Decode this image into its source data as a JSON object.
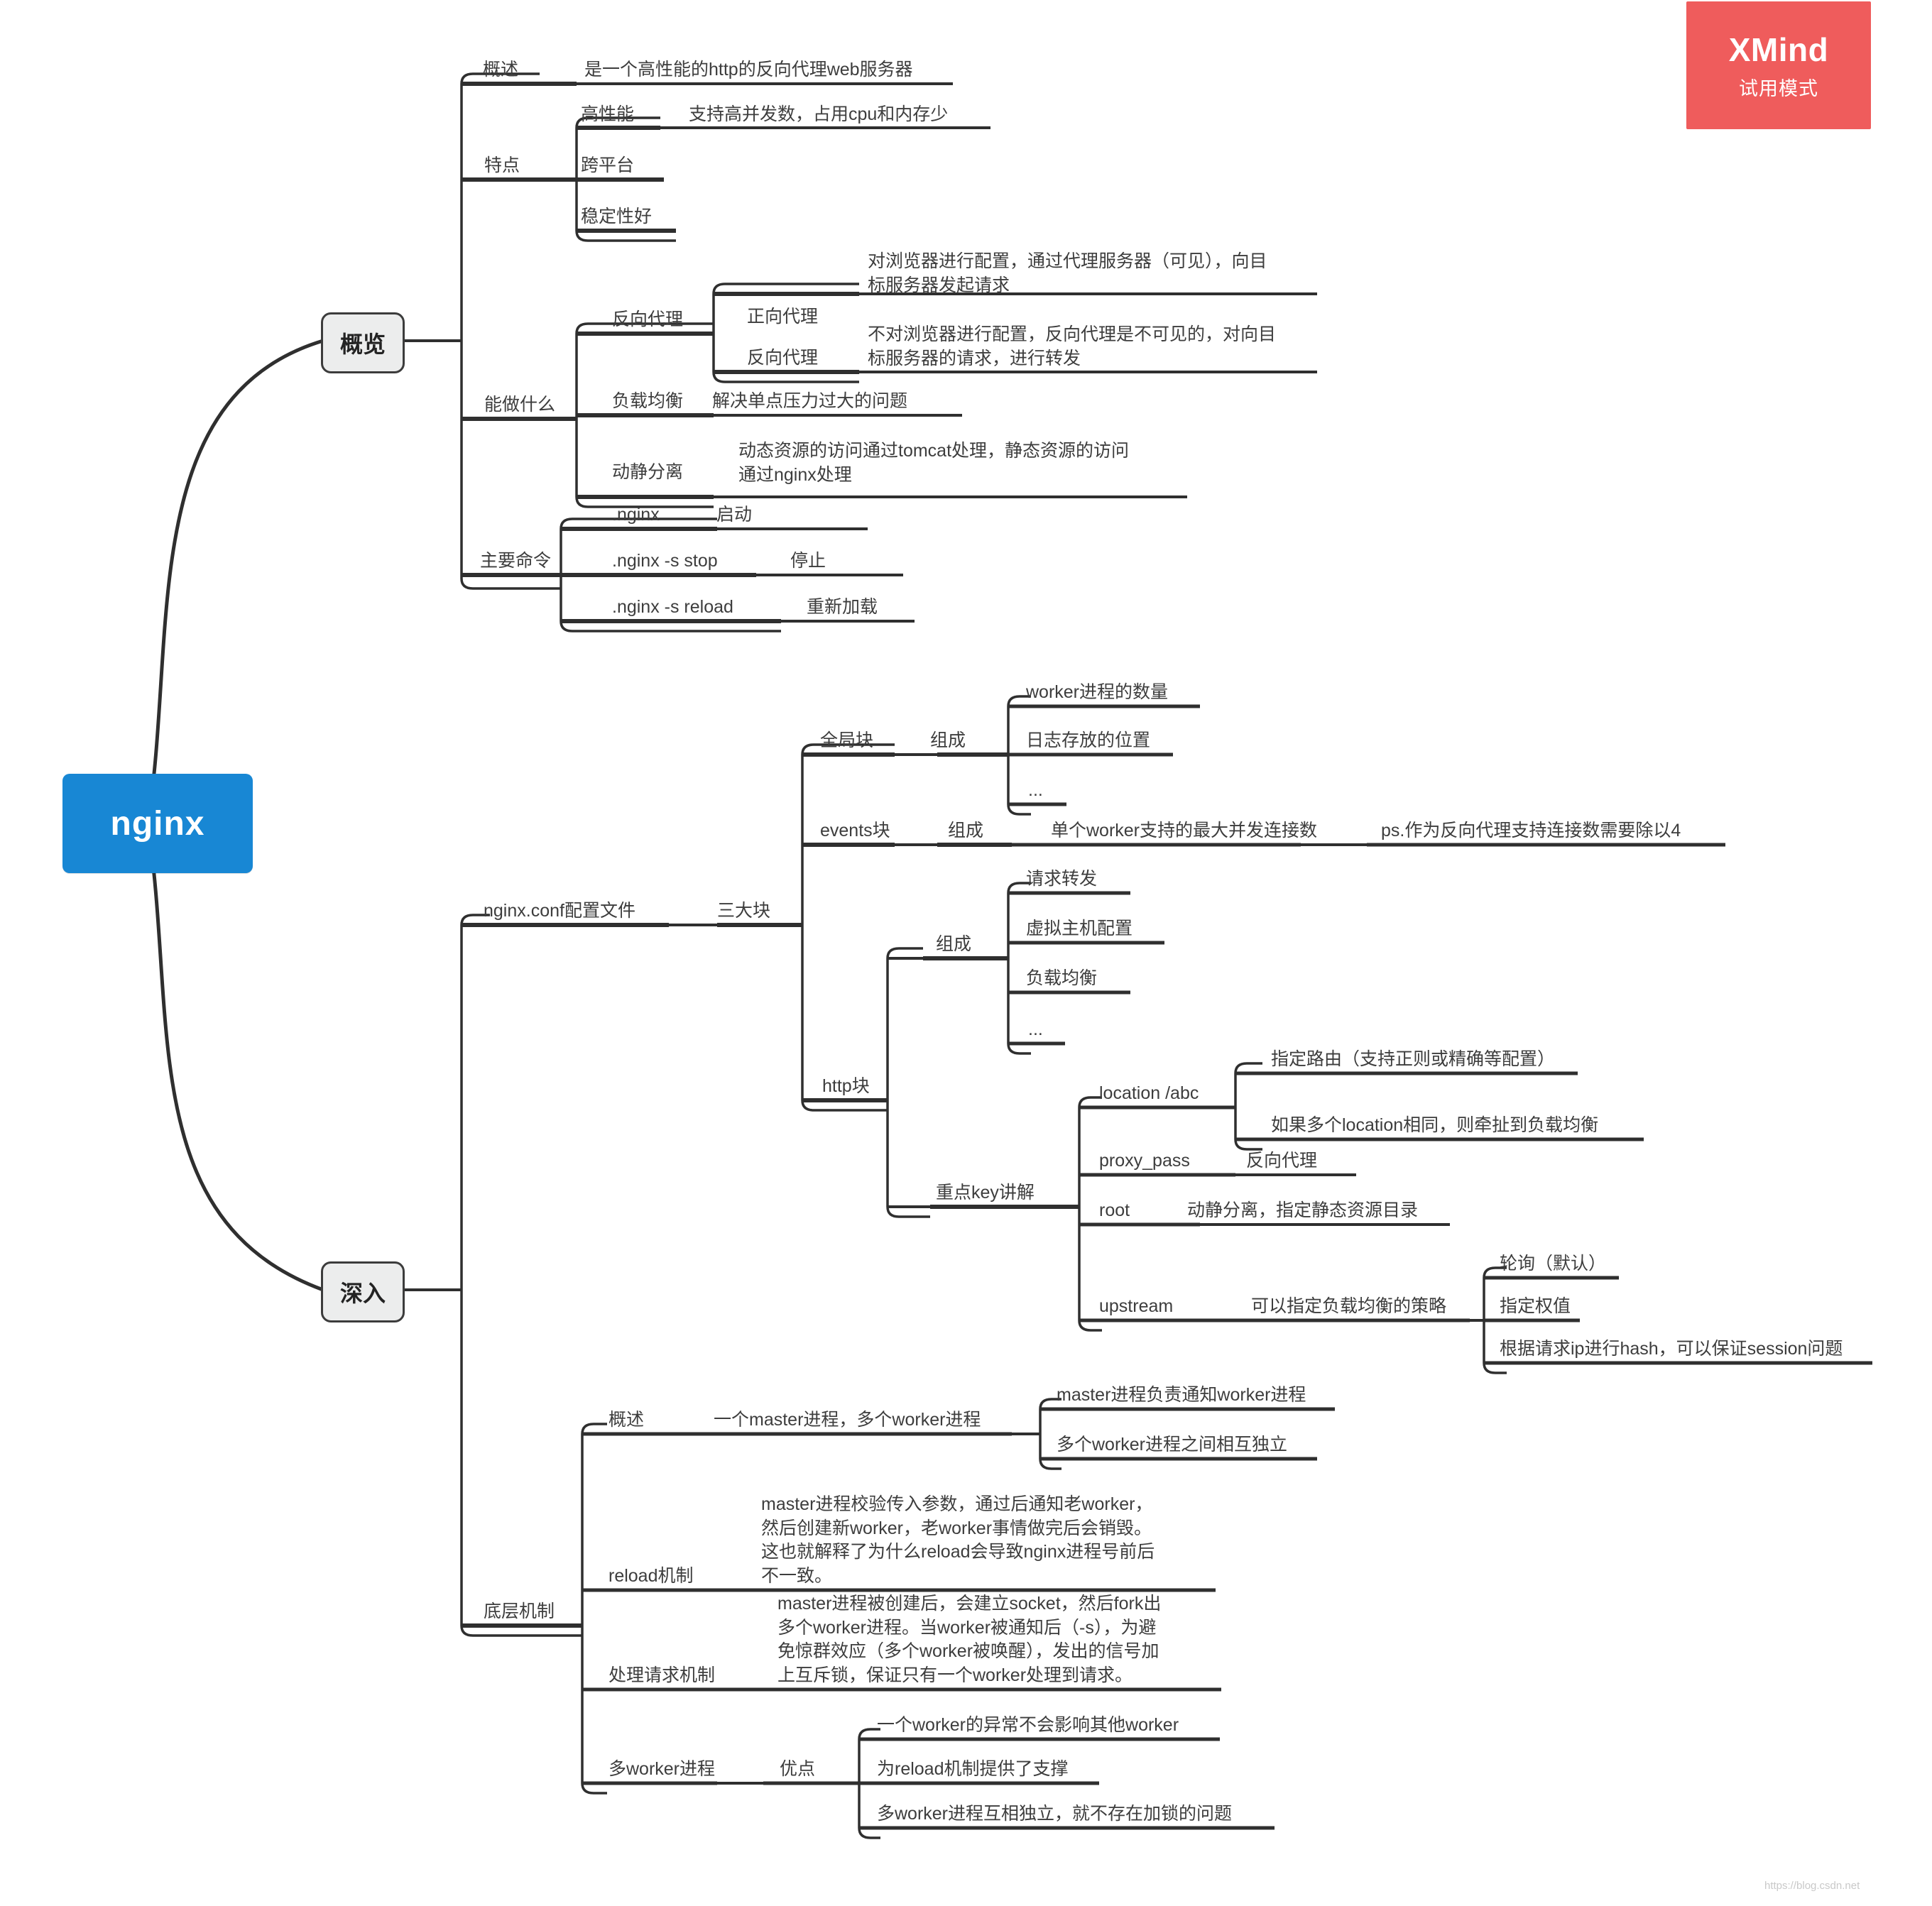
{
  "app": {
    "name": "XMind",
    "watermark_title": "XMind",
    "watermark_subtitle": "试用模式",
    "watermark_color": "#ef5c5c",
    "root_color": "#1887d4",
    "branch_fill": "#eceded",
    "branch_border": "#3c3c3c",
    "footer_mark": "https://blog.csdn.net"
  },
  "mindmap": {
    "root": "nginx",
    "branches": [
      {
        "label": "概览",
        "children": [
          {
            "label": "概述",
            "children": [
              {
                "label": "是一个高性能的http的反向代理web服务器"
              }
            ]
          },
          {
            "label": "特点",
            "children": [
              {
                "label": "高性能",
                "children": [
                  {
                    "label": "支持高并发数，占用cpu和内存少"
                  }
                ]
              },
              {
                "label": "跨平台"
              },
              {
                "label": "稳定性好"
              }
            ]
          },
          {
            "label": "能做什么",
            "children": [
              {
                "label": "反向代理",
                "children": [
                  {
                    "label": "正向代理",
                    "children": [
                      {
                        "label": "对浏览器进行配置，通过代理服务器（可见），向目\n标服务器发起请求"
                      }
                    ]
                  },
                  {
                    "label": "反向代理",
                    "children": [
                      {
                        "label": "不对浏览器进行配置，反向代理是不可见的，对向目\n标服务器的请求，进行转发"
                      }
                    ]
                  }
                ]
              },
              {
                "label": "负载均衡",
                "children": [
                  {
                    "label": "解决单点压力过大的问题"
                  }
                ]
              },
              {
                "label": "动静分离",
                "children": [
                  {
                    "label": "动态资源的访问通过tomcat处理，静态资源的访问\n通过nginx处理"
                  }
                ]
              }
            ]
          },
          {
            "label": "主要命令",
            "children": [
              {
                "label": ".nginx",
                "children": [
                  {
                    "label": "启动"
                  }
                ]
              },
              {
                "label": ".nginx -s stop",
                "children": [
                  {
                    "label": "停止"
                  }
                ]
              },
              {
                "label": ".nginx -s reload",
                "children": [
                  {
                    "label": "重新加载"
                  }
                ]
              }
            ]
          }
        ]
      },
      {
        "label": "深入",
        "children": [
          {
            "label": "nginx.conf配置文件",
            "children": [
              {
                "label": "三大块",
                "children": [
                  {
                    "label": "全局块",
                    "children": [
                      {
                        "label": "组成",
                        "children": [
                          {
                            "label": "worker进程的数量"
                          },
                          {
                            "label": "日志存放的位置"
                          },
                          {
                            "label": "..."
                          }
                        ]
                      }
                    ]
                  },
                  {
                    "label": "events块",
                    "children": [
                      {
                        "label": "组成",
                        "children": [
                          {
                            "label": "单个worker支持的最大并发连接数",
                            "children": [
                              {
                                "label": "ps.作为反向代理支持连接数需要除以4"
                              }
                            ]
                          }
                        ]
                      }
                    ]
                  },
                  {
                    "label": "http块",
                    "children": [
                      {
                        "label": "组成",
                        "children": [
                          {
                            "label": "请求转发"
                          },
                          {
                            "label": "虚拟主机配置"
                          },
                          {
                            "label": "负载均衡"
                          },
                          {
                            "label": "..."
                          }
                        ]
                      },
                      {
                        "label": "重点key讲解",
                        "children": [
                          {
                            "label": "location /abc",
                            "children": [
                              {
                                "label": "指定路由（支持正则或精确等配置）"
                              },
                              {
                                "label": "如果多个location相同，则牵扯到负载均衡"
                              }
                            ]
                          },
                          {
                            "label": "proxy_pass",
                            "children": [
                              {
                                "label": "反向代理"
                              }
                            ]
                          },
                          {
                            "label": "root",
                            "children": [
                              {
                                "label": "动静分离，指定静态资源目录"
                              }
                            ]
                          },
                          {
                            "label": "upstream",
                            "children": [
                              {
                                "label": "可以指定负载均衡的策略",
                                "children": [
                                  {
                                    "label": "轮询（默认）"
                                  },
                                  {
                                    "label": "指定权值"
                                  },
                                  {
                                    "label": "根据请求ip进行hash，可以保证session问题"
                                  }
                                ]
                              }
                            ]
                          }
                        ]
                      }
                    ]
                  }
                ]
              }
            ]
          },
          {
            "label": "底层机制",
            "children": [
              {
                "label": "概述",
                "children": [
                  {
                    "label": "一个master进程，多个worker进程",
                    "children": [
                      {
                        "label": "master进程负责通知worker进程"
                      },
                      {
                        "label": "多个worker进程之间相互独立"
                      }
                    ]
                  }
                ]
              },
              {
                "label": "reload机制",
                "children": [
                  {
                    "label": "master进程校验传入参数，通过后通知老worker，\n然后创建新worker，老worker事情做完后会销毁。\n这也就解释了为什么reload会导致nginx进程号前后\n不一致。"
                  }
                ]
              },
              {
                "label": "处理请求机制",
                "children": [
                  {
                    "label": "master进程被创建后，会建立socket，然后fork出\n多个worker进程。当worker被通知后（-s），为避\n免惊群效应（多个worker被唤醒），发出的信号加\n上互斥锁，保证只有一个worker处理到请求。"
                  }
                ]
              },
              {
                "label": "多worker进程",
                "children": [
                  {
                    "label": "优点",
                    "children": [
                      {
                        "label": "一个worker的异常不会影响其他worker"
                      },
                      {
                        "label": "为reload机制提供了支撑"
                      },
                      {
                        "label": "多worker进程互相独立，就不存在加锁的问题"
                      }
                    ]
                  }
                ]
              }
            ]
          }
        ]
      }
    ]
  },
  "labels": {
    "root": "nginx",
    "b_overview": "概览",
    "b_deep": "深入",
    "o_gaishu": "概述",
    "o_gaishu_txt": "是一个高性能的http的反向代理web服务器",
    "o_tedian": "特点",
    "o_gaoxingneng": "高性能",
    "o_gaoxingneng_txt": "支持高并发数，占用cpu和内存少",
    "o_kuapingtai": "跨平台",
    "o_wendingxing": "稳定性好",
    "o_nengzuo": "能做什么",
    "o_fanxiang": "反向代理",
    "o_zhengxiang": "正向代理",
    "o_zhengxiang_txt": "对浏览器进行配置，通过代理服务器（可见），向目\n标服务器发起请求",
    "o_fanxiang2": "反向代理",
    "o_fanxiang_txt": "不对浏览器进行配置，反向代理是不可见的，对向目\n标服务器的请求，进行转发",
    "o_fuzai": "负载均衡",
    "o_fuzai_txt": "解决单点压力过大的问题",
    "o_dongjing": "动静分离",
    "o_dongjing_txt": "动态资源的访问通过tomcat处理，静态资源的访问\n通过nginx处理",
    "o_zhuyao": "主要命令",
    "o_cmd1": ".nginx",
    "o_cmd1_txt": "启动",
    "o_cmd2": ".nginx -s stop",
    "o_cmd2_txt": "停止",
    "o_cmd3": ".nginx -s reload",
    "o_cmd3_txt": "重新加载",
    "d_conf": "nginx.conf配置文件",
    "d_sandakuai": "三大块",
    "d_quanju": "全局块",
    "d_quanju_zc": "组成",
    "d_quanju_1": "worker进程的数量",
    "d_quanju_2": "日志存放的位置",
    "d_quanju_3": "...",
    "d_events": "events块",
    "d_events_zc": "组成",
    "d_events_1": "单个worker支持的最大并发连接数",
    "d_events_ps": "ps.作为反向代理支持连接数需要除以4",
    "d_http": "http块",
    "d_http_zc": "组成",
    "d_http_1": "请求转发",
    "d_http_2": "虚拟主机配置",
    "d_http_3": "负载均衡",
    "d_http_4": "...",
    "d_key": "重点key讲解",
    "d_location": "location /abc",
    "d_location_1": "指定路由（支持正则或精确等配置）",
    "d_location_2": "如果多个location相同，则牵扯到负载均衡",
    "d_proxy": "proxy_pass",
    "d_proxy_txt": "反向代理",
    "d_root": "root",
    "d_root_txt": "动静分离，指定静态资源目录",
    "d_upstream": "upstream",
    "d_upstream_txt": "可以指定负载均衡的策略",
    "d_up_1": "轮询（默认）",
    "d_up_2": "指定权值",
    "d_up_3": "根据请求ip进行hash，可以保证session问题",
    "d_dicheng": "底层机制",
    "d_gaishu": "概述",
    "d_gaishu_txt": "一个master进程，多个worker进程",
    "d_gaishu_1": "master进程负责通知worker进程",
    "d_gaishu_2": "多个worker进程之间相互独立",
    "d_reload": "reload机制",
    "d_reload_txt": "master进程校验传入参数，通过后通知老worker，\n然后创建新worker，老worker事情做完后会销毁。\n这也就解释了为什么reload会导致nginx进程号前后\n不一致。",
    "d_chuli": "处理请求机制",
    "d_chuli_txt": "master进程被创建后，会建立socket，然后fork出\n多个worker进程。当worker被通知后（-s），为避\n免惊群效应（多个worker被唤醒），发出的信号加\n上互斥锁，保证只有一个worker处理到请求。",
    "d_duoworker": "多worker进程",
    "d_youdian": "优点",
    "d_yd_1": "一个worker的异常不会影响其他worker",
    "d_yd_2": "为reload机制提供了支撑",
    "d_yd_3": "多worker进程互相独立，就不存在加锁的问题"
  }
}
